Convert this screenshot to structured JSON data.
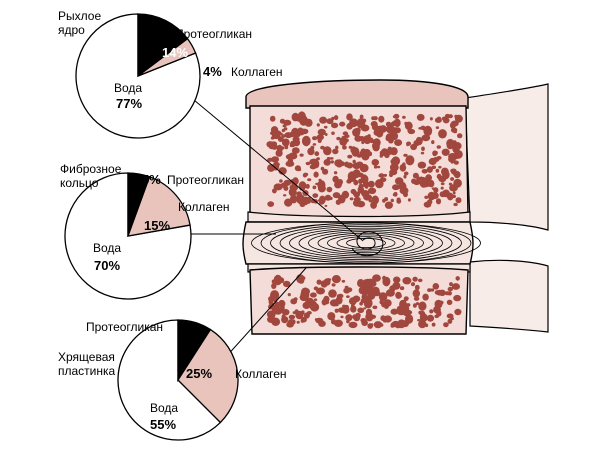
{
  "colors": {
    "bone_fill": "#f4dcd8",
    "bone_spot": "#a1473d",
    "disc_fill": "#f6e6e2",
    "collagen": "#e9c4bd",
    "proteoglycan": "#000000",
    "water": "#ffffff",
    "outline": "#000000",
    "tissue": "#f8ece9"
  },
  "pies": [
    {
      "id": "nucleus",
      "title_lines": [
        "Рыхлое",
        "ядро"
      ],
      "proteoglycan": {
        "label": "Протеогликан",
        "value": 14,
        "text": "14%"
      },
      "collagen": {
        "label": "Коллаген",
        "value": 4,
        "text": "4%"
      },
      "water": {
        "label": "Вода",
        "value": 77,
        "text": "77%"
      }
    },
    {
      "id": "annulus",
      "title_lines": [
        "Фиброзное",
        "кольцо"
      ],
      "proteoglycan": {
        "label": "Протеогликан",
        "value": 5,
        "text": "5%"
      },
      "collagen": {
        "label": "Коллаген",
        "value": 15,
        "text": "15%"
      },
      "water": {
        "label": "Вода",
        "value": 70,
        "text": "70%"
      }
    },
    {
      "id": "endplate",
      "title_lines": [
        "Хрящевая",
        "пластинка"
      ],
      "proteoglycan": {
        "label": "Протеогликан",
        "value": 8,
        "text": "8%"
      },
      "collagen": {
        "label": "Коллаген",
        "value": 25,
        "text": "25%"
      },
      "water": {
        "label": "Вода",
        "value": 55,
        "text": "55%"
      }
    }
  ]
}
